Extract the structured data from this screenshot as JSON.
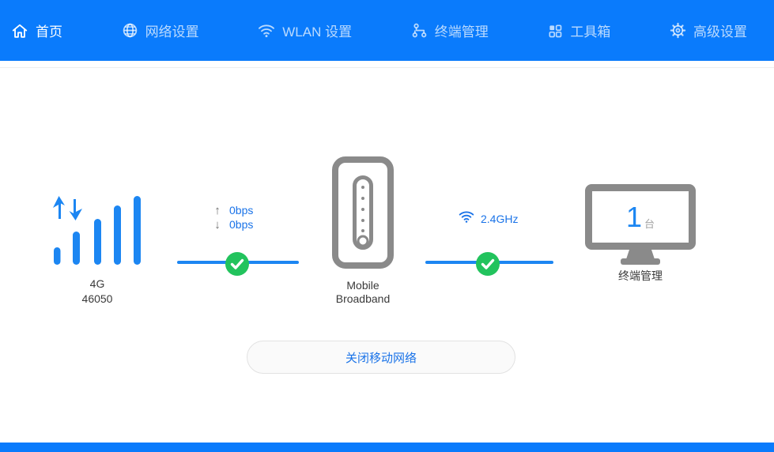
{
  "nav": {
    "items": [
      {
        "label": "首页",
        "icon": "home-icon",
        "active": true
      },
      {
        "label": "网络设置",
        "icon": "globe-icon",
        "active": false
      },
      {
        "label": "WLAN 设置",
        "icon": "wifi-icon",
        "active": false
      },
      {
        "label": "终端管理",
        "icon": "devices-icon",
        "active": false
      },
      {
        "label": "工具箱",
        "icon": "toolbox-icon",
        "active": false
      },
      {
        "label": "高级设置",
        "icon": "gear-icon",
        "active": false
      }
    ]
  },
  "status": {
    "network": {
      "type": "4G",
      "plmn": "46050"
    },
    "speed": {
      "upload": "0bps",
      "download": "0bps"
    },
    "wifi_band": "2.4GHz",
    "device": {
      "line1": "Mobile",
      "line2": "Broadband"
    },
    "clients": {
      "count": "1",
      "unit": "台",
      "label": "终端管理"
    }
  },
  "actions": {
    "toggle_mobile_network": "关闭移动网络"
  },
  "colors": {
    "primary_blue": "#0a7bfc",
    "icon_blue": "#1c86f2",
    "text_blue": "#1a73e8",
    "success_green": "#22c35d",
    "device_gray": "#8a8a8a"
  }
}
